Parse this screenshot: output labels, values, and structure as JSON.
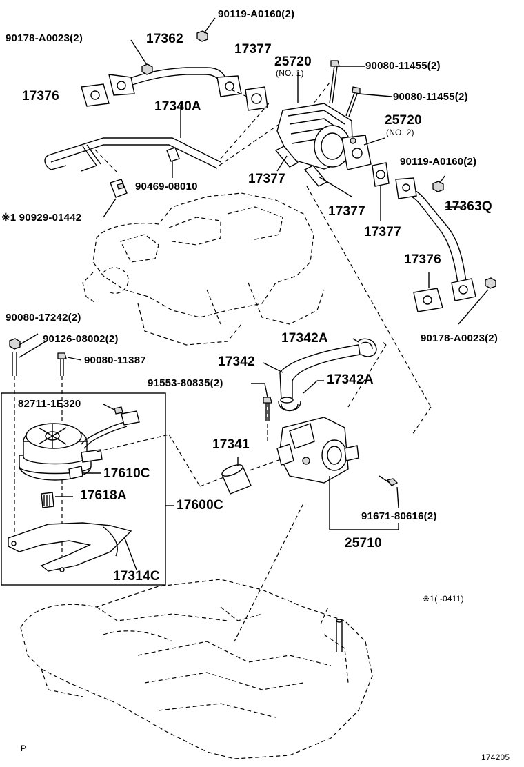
{
  "labels": {
    "p90119_top": "90119-A0160(2)",
    "p90178_top": "90178-A0023(2)",
    "p17362": "17362",
    "p17377_a": "17377",
    "p25720_no1": "25720",
    "no1": "(NO. 1)",
    "p90080_11455_a": "90080-11455(2)",
    "p17376_a": "17376",
    "p90080_11455_b": "90080-11455(2)",
    "p17340a": "17340A",
    "p25720_no2": "25720",
    "no2": "(NO. 2)",
    "p90119_right": "90119-A0160(2)",
    "p90469": "90469-08010",
    "p17377_b": "17377",
    "p17363q": "17363Q",
    "p90929": "※1 90929-01442",
    "p17377_c": "17377",
    "p17377_d": "17377",
    "p17376_b": "17376",
    "p90080_17242": "90080-17242(2)",
    "p90126": "90126-08002(2)",
    "p90178_right": "90178-A0023(2)",
    "p17342a_a": "17342A",
    "p90080_11387": "90080-11387",
    "p17342": "17342",
    "p91553": "91553-80835(2)",
    "p17342a_b": "17342A",
    "p82711": "82711-1E320",
    "p17341": "17341",
    "p17610c": "17610C",
    "p17618a": "17618A",
    "p17600c": "17600C",
    "p91671": "91671-80616(2)",
    "p25710": "25710",
    "p17314c": "17314C",
    "note1": "※1(      -0411)",
    "corner_p": "P",
    "figure_no": "174205"
  }
}
